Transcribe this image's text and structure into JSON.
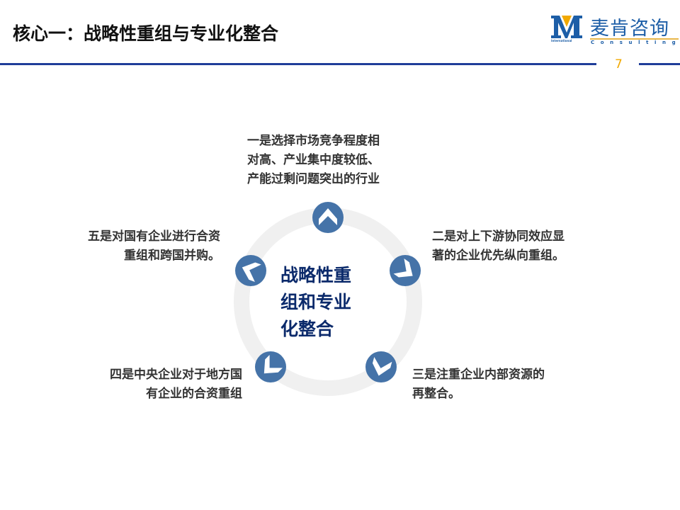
{
  "header": {
    "title": "核心一：战略性重组与专业化整合",
    "page_number": "7"
  },
  "logo": {
    "mark": "M",
    "international": "International",
    "name_cn": "麦肯咨询",
    "name_en": "Consulting"
  },
  "diagram": {
    "center_lines": [
      "战略性重",
      "组和专业",
      "化整合"
    ],
    "items": [
      {
        "lines": [
          "一是选择市场竞争程度相",
          "对高、产业集中度较低、",
          "产能过剩问题突出的行业"
        ]
      },
      {
        "lines": [
          "二是对上下游协同效应显",
          "著的企业优先纵向重组。"
        ]
      },
      {
        "lines": [
          "三是注重企业内部资源的",
          "再整合。"
        ]
      },
      {
        "lines": [
          "四是中央企业对于地方国",
          "有企业的合资重组"
        ]
      },
      {
        "lines": [
          "五是对国有企业进行合资",
          "重组和跨国并购。"
        ]
      }
    ]
  },
  "colors": {
    "accent": "#4573a8",
    "title_blue": "#0b2a6b",
    "rule": "#1f3d99",
    "page_no": "#f2a900"
  }
}
